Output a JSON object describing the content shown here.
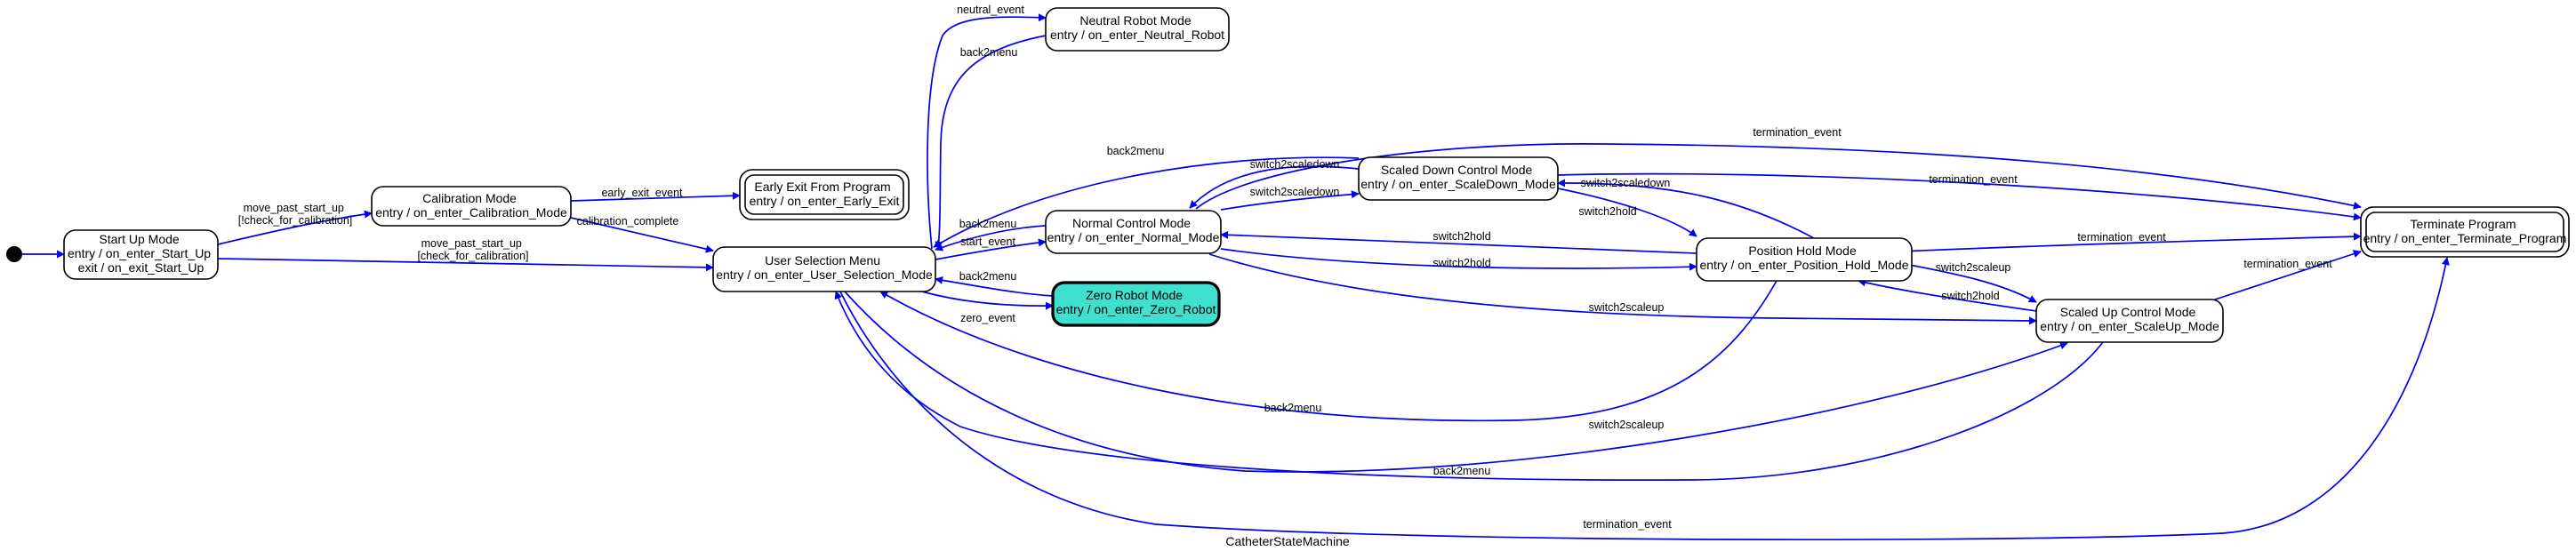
{
  "diagram": {
    "caption": "CatheterStateMachine",
    "colors": {
      "edge": "#0000ee",
      "highlight_fill": "#40e0d0",
      "node_stroke": "#000000",
      "background": "#ffffff"
    }
  },
  "states": {
    "start_up": [
      "Start Up Mode",
      "entry / on_enter_Start_Up",
      "exit / on_exit_Start_Up"
    ],
    "calibration": [
      "Calibration Mode",
      "entry / on_enter_Calibration_Mode"
    ],
    "early_exit": [
      "Early Exit From Program",
      "entry / on_enter_Early_Exit"
    ],
    "user_selection": [
      "User Selection Menu",
      "entry / on_enter_User_Selection_Mode"
    ],
    "neutral": [
      "Neutral Robot Mode",
      "entry / on_enter_Neutral_Robot"
    ],
    "normal": [
      "Normal Control Mode",
      "entry / on_enter_Normal_Mode"
    ],
    "zero": [
      "Zero Robot Mode",
      "entry / on_enter_Zero_Robot"
    ],
    "scaled_down": [
      "Scaled Down Control Mode",
      "entry / on_enter_ScaleDown_Mode"
    ],
    "position_hold": [
      "Position Hold Mode",
      "entry / on_enter_Position_Hold_Mode"
    ],
    "scaled_up": [
      "Scaled Up Control Mode",
      "entry / on_enter_ScaleUp_Mode"
    ],
    "terminate": [
      "Terminate Program",
      "entry / on_enter_Terminate_Program"
    ]
  },
  "transitions": {
    "move_past_start_up_calib": [
      "move_past_start_up",
      "[!check_for_calibration]"
    ],
    "move_past_start_up_user": [
      "move_past_start_up",
      "[check_for_calibration]"
    ],
    "early_exit_event": "early_exit_event",
    "calibration_complete": "calibration_complete",
    "neutral_event": "neutral_event",
    "back2menu_neutral": "back2menu",
    "back2menu_scaled_down": "back2menu",
    "back2menu_normal": "back2menu",
    "start_event": "start_event",
    "back2menu_zero": "back2menu",
    "zero_event": "zero_event",
    "back2menu_position_hold": "back2menu",
    "switch2scaleup_user": "switch2scaleup",
    "back2menu_scaled_up": "back2menu",
    "termination_event_user": "termination_event",
    "termination_event_normal": "termination_event",
    "switch2scaledown_a": "switch2scaledown",
    "switch2scaledown_b": "switch2scaledown",
    "termination_event_scaled_down": "termination_event",
    "switch2scaledown_c": "switch2scaledown",
    "switch2hold_a": "switch2hold",
    "switch2hold_b": "switch2hold",
    "switch2hold_c": "switch2hold",
    "termination_event_position_hold": "termination_event",
    "switch2scaleup_a": "switch2scaleup",
    "switch2hold_d": "switch2hold",
    "switch2scaleup_b": "switch2scaleup",
    "termination_event_scaled_up": "termination_event"
  }
}
